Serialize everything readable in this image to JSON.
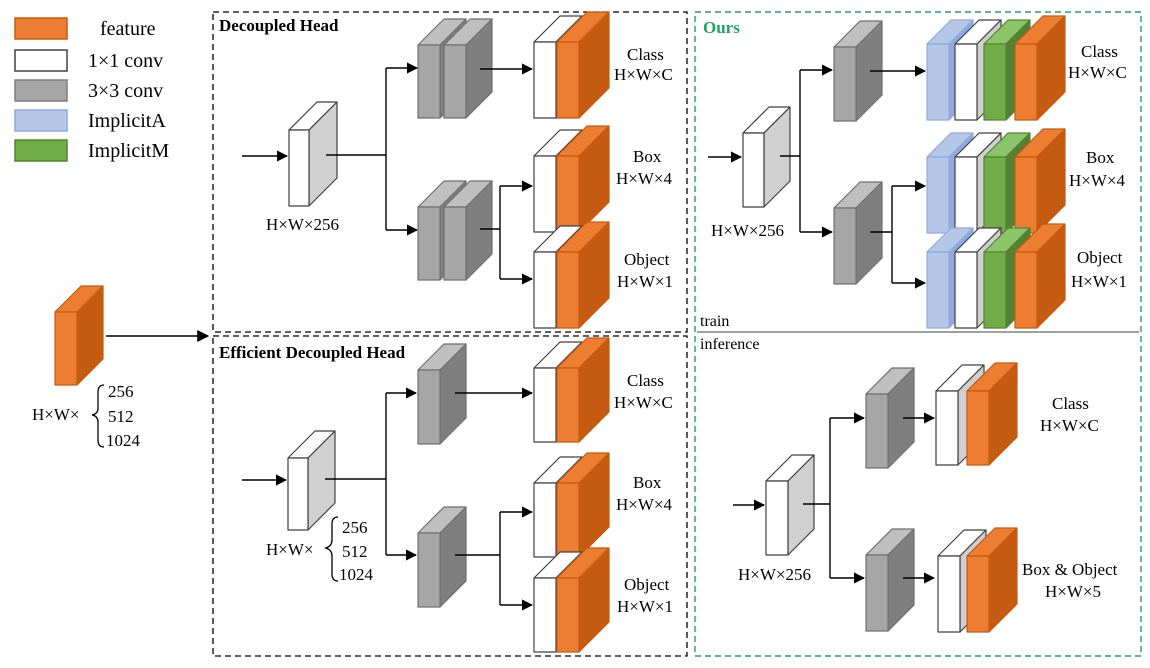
{
  "colors": {
    "feature": "#ED7D31",
    "feature_dark": "#C55A11",
    "conv1": "#FFFFFF",
    "conv1_side": "#D0D0D0",
    "conv3": "#A6A6A6",
    "conv3_dark": "#7F7F7F",
    "implicitA": "#B4C7E7",
    "implicitA_dark": "#8FAADC",
    "implicitM": "#70AD47",
    "implicitM_dark": "#548235",
    "ours_accent": "#21A366",
    "border": "#000000"
  },
  "legend": {
    "items": [
      {
        "label": "feature",
        "icon": "feature-swatch"
      },
      {
        "label": "1×1 conv",
        "icon": "conv1x1-swatch"
      },
      {
        "label": "3×3 conv",
        "icon": "conv3x3-swatch"
      },
      {
        "label": "ImplicitA",
        "icon": "implicita-swatch"
      },
      {
        "label": "ImplicitM",
        "icon": "implicitm-swatch"
      }
    ]
  },
  "input": {
    "prefix": "H×W×",
    "channels": [
      "256",
      "512",
      "1024"
    ]
  },
  "decoupled": {
    "title": "Decoupled Head",
    "input_dim": "H×W×256",
    "outputs": [
      {
        "name": "Class",
        "dim": "H×W×C"
      },
      {
        "name": "Box",
        "dim": "H×W×4"
      },
      {
        "name": "Object",
        "dim": "H×W×1"
      }
    ]
  },
  "efficient": {
    "title": "Efficient Decoupled Head",
    "input_prefix": "H×W×",
    "channels": [
      "256",
      "512",
      "1024"
    ],
    "outputs": [
      {
        "name": "Class",
        "dim": "H×W×C"
      },
      {
        "name": "Box",
        "dim": "H×W×4"
      },
      {
        "name": "Object",
        "dim": "H×W×1"
      }
    ]
  },
  "ours": {
    "title": "Ours",
    "train_label": "train",
    "inference_label": "inference",
    "train_input_dim": "H×W×256",
    "train_outputs": [
      {
        "name": "Class",
        "dim": "H×W×C"
      },
      {
        "name": "Box",
        "dim": "H×W×4"
      },
      {
        "name": "Object",
        "dim": "H×W×1"
      }
    ],
    "infer_input_dim": "H×W×256",
    "infer_outputs": [
      {
        "name": "Class",
        "dim": "H×W×C"
      },
      {
        "name": "Box & Object",
        "dim": "H×W×5"
      }
    ]
  }
}
